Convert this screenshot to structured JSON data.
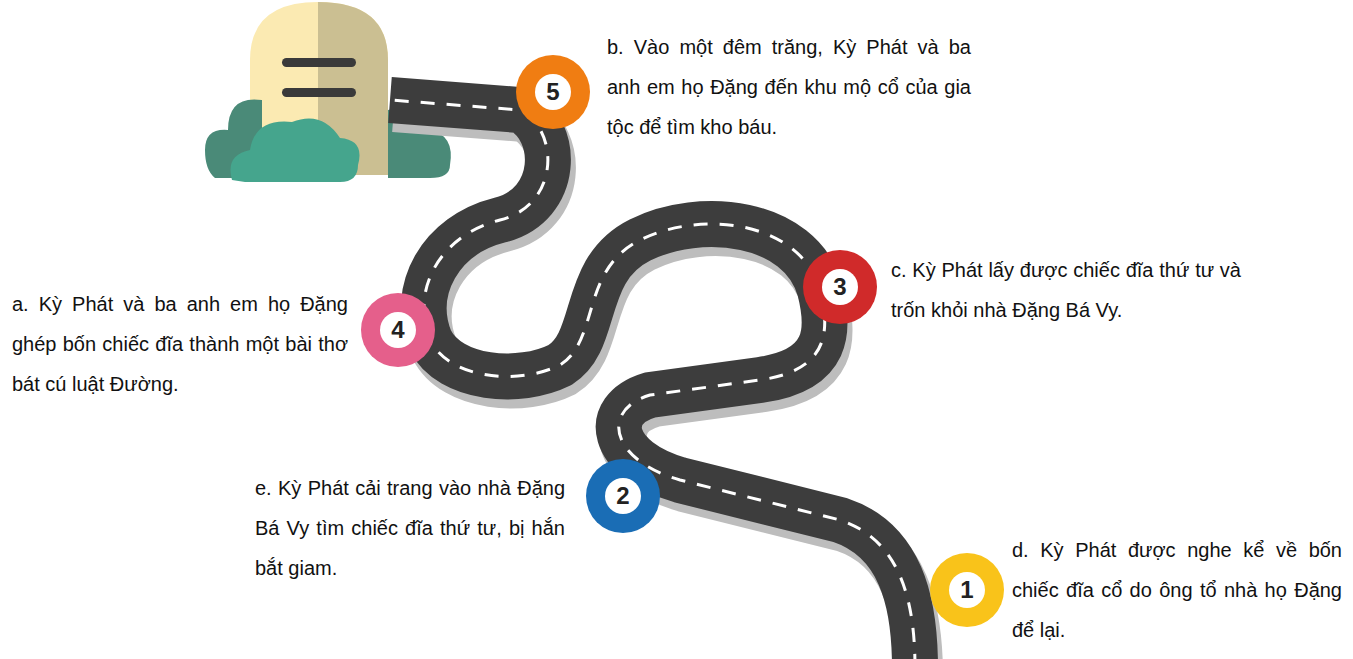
{
  "diagram": {
    "nodes": [
      {
        "text": [
          "5"
        ]
      },
      {
        "text": [
          "3"
        ]
      },
      {
        "text": [
          "4"
        ]
      },
      {
        "text": [
          "2"
        ]
      },
      {
        "text": [
          "1"
        ]
      }
    ],
    "labels": [
      "b. Vào một đêm trăng, Kỳ Phát và ba anh em họ Đặng đến khu mộ cổ của gia tộc để tìm kho báu.",
      "c. Kỳ Phát lấy được chiếc đĩa thứ tư và trốn khỏi nhà Đặng Bá Vy.",
      "a. Kỳ Phát và ba anh em họ Đặng ghép bốn chiếc đĩa thành một bài thơ bát cú luật Đường.",
      "e. Kỳ Phát cải trang vào nhà Đặng Bá Vy tìm chiếc đĩa thứ tư, bị hắn bắt giam.",
      "d. Kỳ Phát được nghe kể về bốn chiếc đĩa cổ do ông tổ nhà họ Đặng để lại."
    ]
  }
}
